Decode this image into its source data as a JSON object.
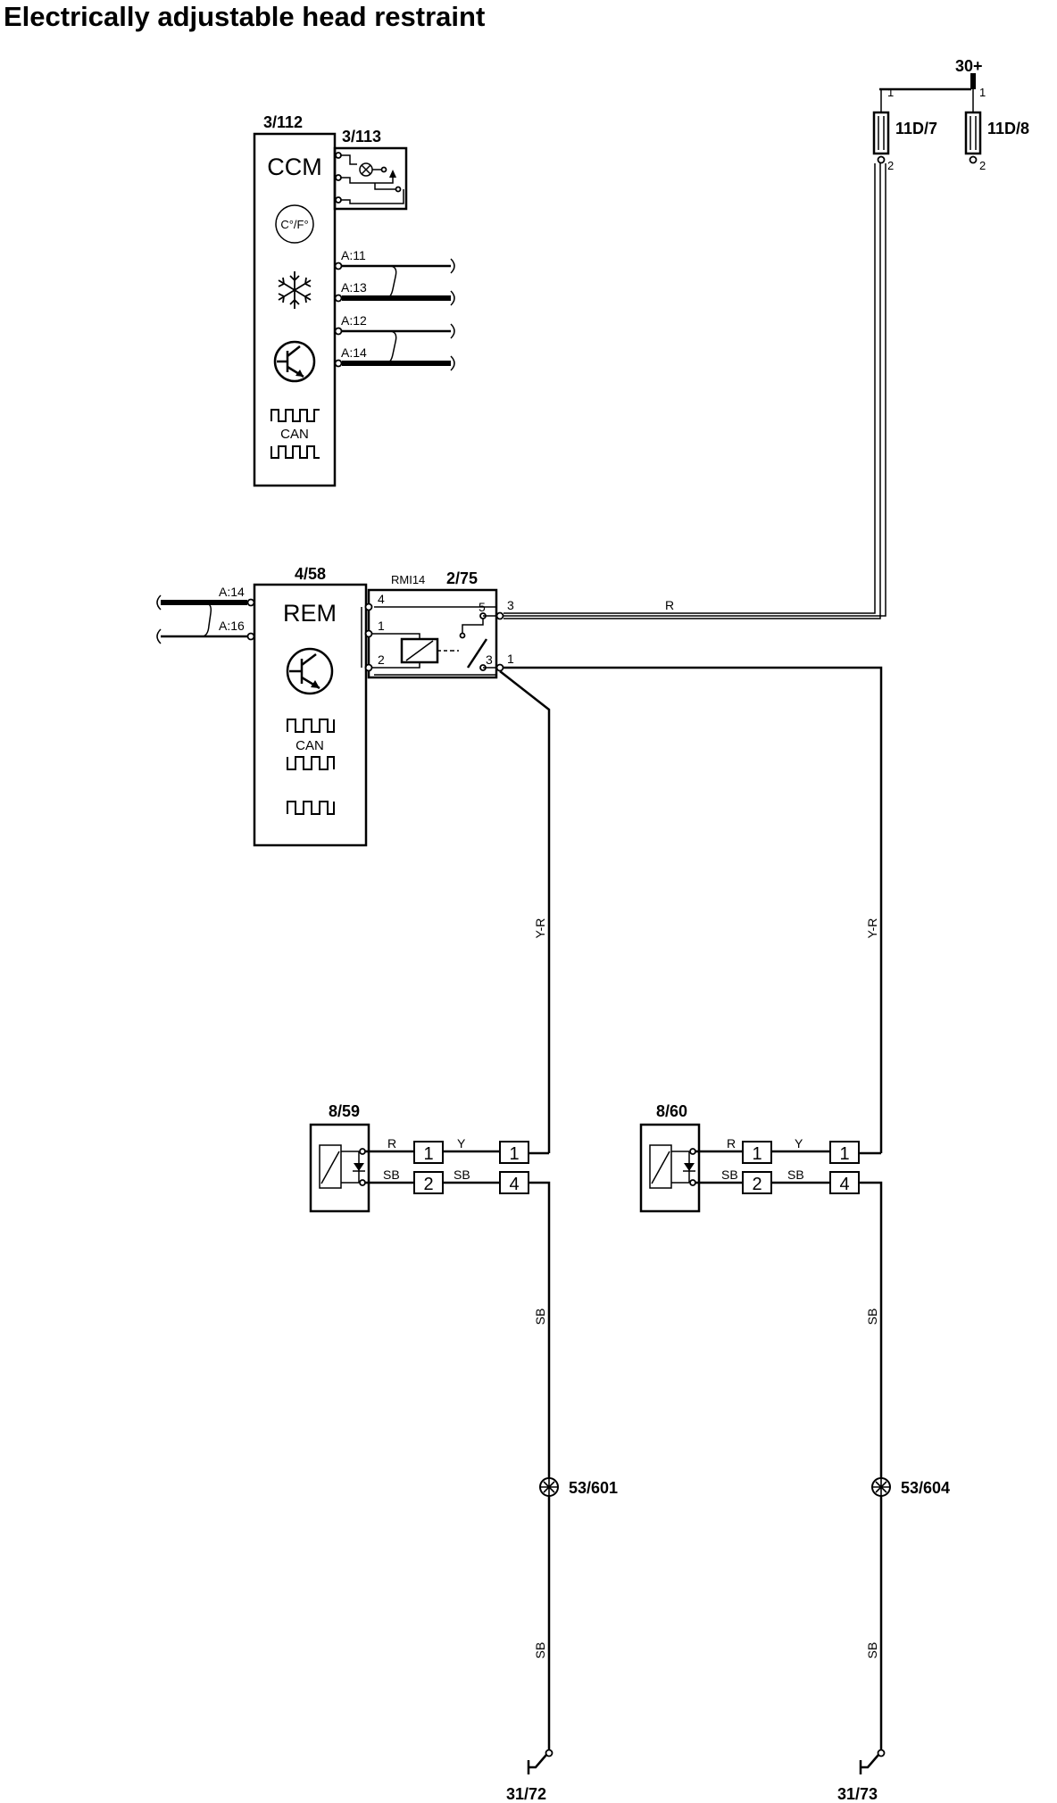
{
  "title": "Electrically adjustable head restraint",
  "supply": {
    "terminal": "30+",
    "fuses": [
      {
        "ref": "11D/7",
        "pin_in": "1",
        "pin_out": "2"
      },
      {
        "ref": "11D/8",
        "pin_in": "1",
        "pin_out": "2"
      }
    ]
  },
  "ccm": {
    "ref": "3/112",
    "label": "CCM",
    "temp_symbol": "C°/F°",
    "can_label": "CAN",
    "pins": [
      "A:11",
      "A:13",
      "A:12",
      "A:14"
    ],
    "sub_ref": "3/113"
  },
  "rem": {
    "ref": "4/58",
    "label": "REM",
    "can_label": "CAN",
    "pins": [
      "A:14",
      "A:16"
    ]
  },
  "relay": {
    "ref": "2/75",
    "label": "RMI14",
    "left_pins": [
      "4",
      "1",
      "2"
    ],
    "inner_pins": [
      "5",
      "3"
    ],
    "right_pins": [
      "3",
      "1"
    ]
  },
  "wire_colors": {
    "supply": "R",
    "relay_out_a": "Y-R",
    "relay_out_b": "Y-R",
    "ground_a_1": "SB",
    "ground_a_2": "SB",
    "ground_b_1": "SB",
    "ground_b_2": "SB"
  },
  "motors": [
    {
      "ref": "8/59",
      "wire_top": "R",
      "wire_bottom": "SB",
      "mid_top": "Y",
      "mid_bottom": "SB",
      "conn_a": [
        "1",
        "2"
      ],
      "conn_b": [
        "1",
        "4"
      ]
    },
    {
      "ref": "8/60",
      "wire_top": "R",
      "wire_bottom": "SB",
      "mid_top": "Y",
      "mid_bottom": "SB",
      "conn_a": [
        "1",
        "2"
      ],
      "conn_b": [
        "1",
        "4"
      ]
    }
  ],
  "splices": [
    "53/601",
    "53/604"
  ],
  "grounds": [
    "31/72",
    "31/73"
  ]
}
